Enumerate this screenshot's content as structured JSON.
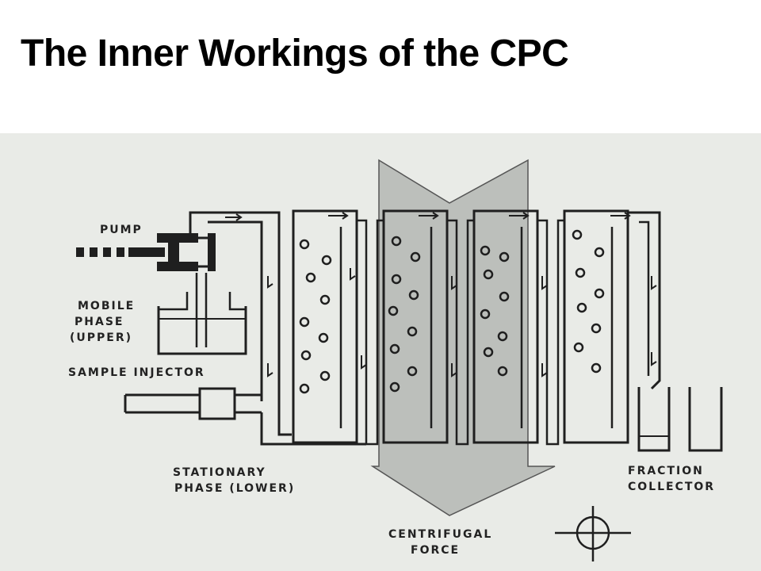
{
  "title": "The Inner Workings of the CPC",
  "colors": {
    "background": "#ffffff",
    "panel": "#e9ebe7",
    "ink": "#1f1f1f",
    "force_arrow": "#bcbfbb"
  },
  "labels": {
    "pump": "PUMP",
    "mobile_phase_line1": "MOBILE",
    "mobile_phase_line2": "PHASE",
    "mobile_phase_line3": "(UPPER)",
    "sample_injector": "SAMPLE INJECTOR",
    "stationary_line1": "STATIONARY",
    "stationary_line2": "PHASE (LOWER)",
    "fraction_line1": "FRACTION",
    "fraction_line2": "COLLECTOR",
    "force_line1": "CENTRIFUGAL",
    "force_line2": "FORCE"
  },
  "icons": {
    "rotation": "crosshair-circle-icon"
  }
}
